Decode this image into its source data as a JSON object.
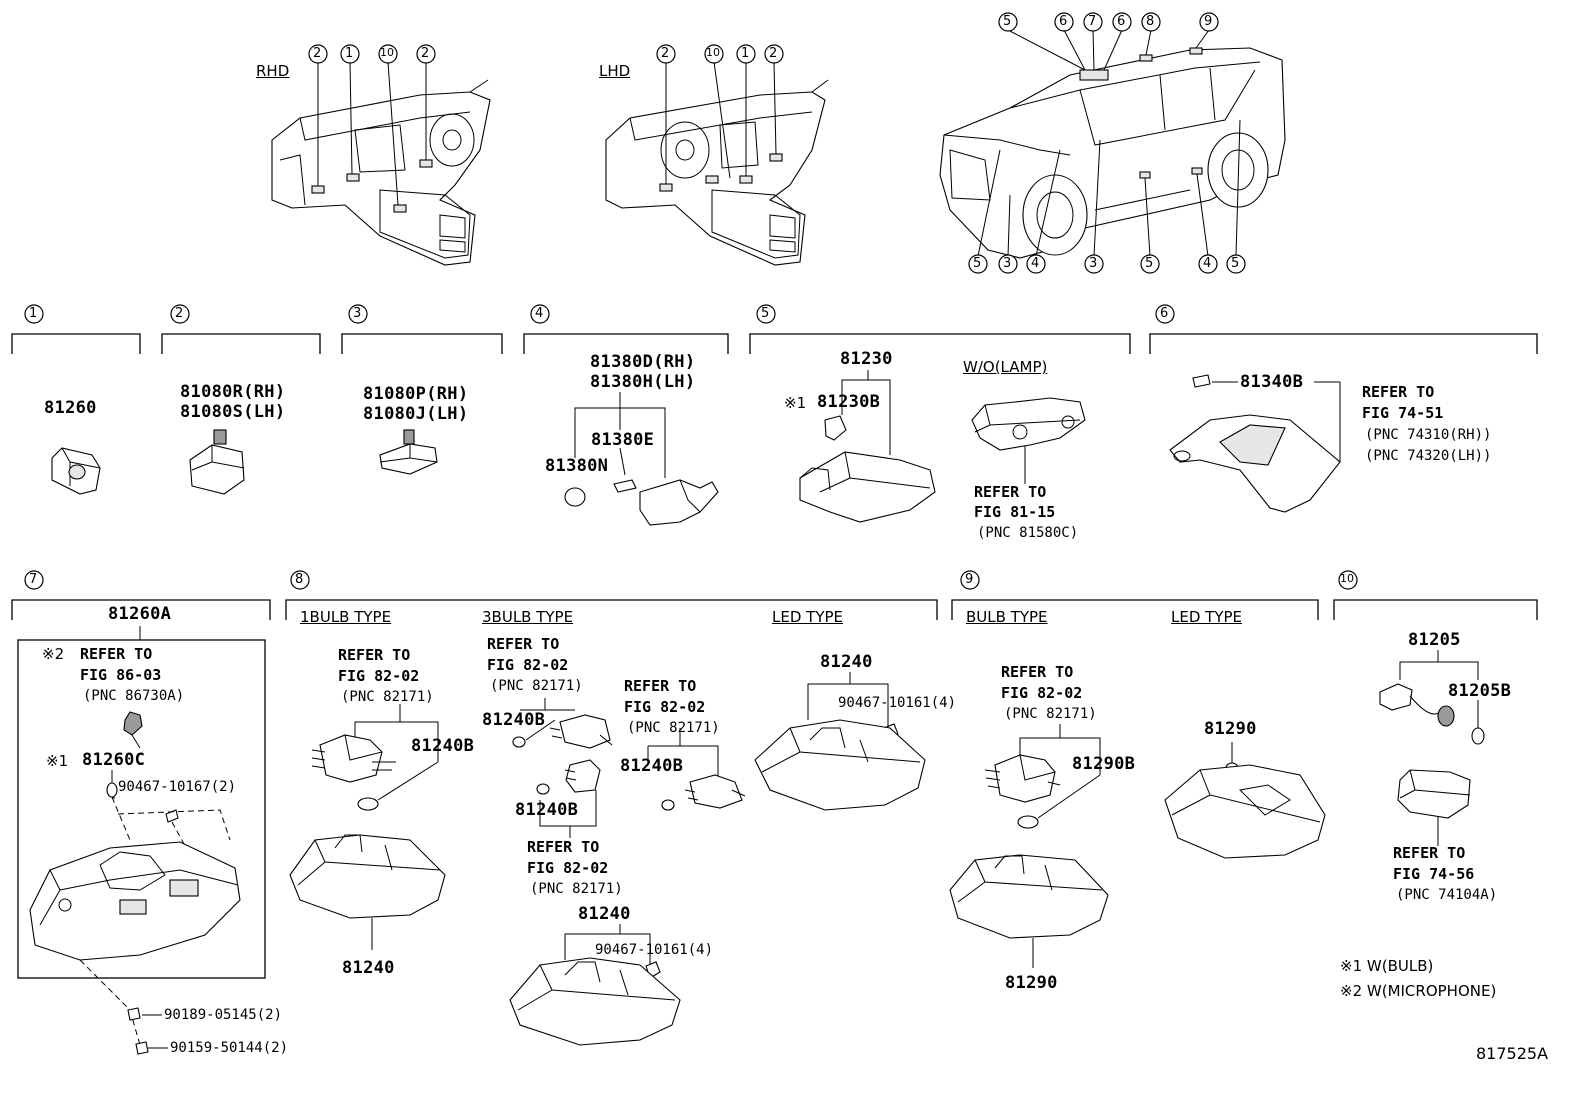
{
  "views": {
    "rhd_label": "RHD",
    "lhd_label": "LHD",
    "rhd_callouts": [
      "2",
      "1",
      "10",
      "2"
    ],
    "lhd_callouts": [
      "2",
      "10",
      "1",
      "2"
    ],
    "vehicle_top_callouts": [
      "5",
      "6",
      "7",
      "6",
      "8",
      "9"
    ],
    "vehicle_bottom_callouts": [
      "5",
      "3",
      "4",
      "3",
      "5",
      "4",
      "5"
    ]
  },
  "sections": [
    {
      "num": "1"
    },
    {
      "num": "2"
    },
    {
      "num": "3"
    },
    {
      "num": "4"
    },
    {
      "num": "5"
    },
    {
      "num": "6"
    },
    {
      "num": "7"
    },
    {
      "num": "8"
    },
    {
      "num": "9"
    },
    {
      "num": "10"
    }
  ],
  "s1": {
    "part": "81260"
  },
  "s2": {
    "part_a": "81080R(RH)",
    "part_b": "81080S(LH)"
  },
  "s3": {
    "part_a": "81080P(RH)",
    "part_b": "81080J(LH)"
  },
  "s4": {
    "part_a": "81380D(RH)",
    "part_b": "81380H(LH)",
    "part_c": "81380E",
    "part_d": "81380N"
  },
  "s5": {
    "part_a": "81230",
    "part_b": "81230B",
    "mark_b": "※1",
    "header": "W/O(LAMP)",
    "note_1": "REFER TO",
    "note_2": "FIG 81-15",
    "note_3": "(PNC 81580C)"
  },
  "s6": {
    "part_a": "81340B",
    "note_1": "REFER TO",
    "note_2": "FIG 74-51",
    "note_3": "(PNC 74310(RH))",
    "note_4": "(PNC 74320(LH))"
  },
  "s7": {
    "part_a": "81260A",
    "mark_2": "※2",
    "note_1": "REFER TO",
    "note_2": "FIG 86-03",
    "note_3": "(PNC 86730A)",
    "mark_1": "※1",
    "part_c": "81260C",
    "screw_1": "90467-10167(2)",
    "screw_2": "90189-05145(2)",
    "screw_3": "90159-50144(2)"
  },
  "s8": {
    "header_1": "1BULB TYPE",
    "header_2": "3BULB TYPE",
    "header_3": "LED TYPE",
    "t1_note_1": "REFER TO",
    "t1_note_2": "FIG 82-02",
    "t1_note_3": "(PNC 82171)",
    "t1_bulb": "81240B",
    "t1_housing": "81240",
    "t3_note_a1": "REFER TO",
    "t3_note_a2": "FIG 82-02",
    "t3_note_a3": "(PNC 82171)",
    "t3_bulb_a": "81240B",
    "t3_note_b1": "REFER TO",
    "t3_note_b2": "FIG 82-02",
    "t3_note_b3": "(PNC 82171)",
    "t3_bulb_b": "81240B",
    "t3_bulb_c": "81240B",
    "t3_note_c1": "REFER TO",
    "t3_note_c2": "FIG 82-02",
    "t3_note_c3": "(PNC 82171)",
    "t3_housing": "81240",
    "t3_screw": "90467-10161(4)",
    "led_housing": "81240",
    "led_screw": "90467-10161(4)"
  },
  "s9": {
    "header_1": "BULB TYPE",
    "header_2": "LED TYPE",
    "note_1": "REFER TO",
    "note_2": "FIG 82-02",
    "note_3": "(PNC 82171)",
    "bulb": "81290B",
    "housing": "81290",
    "led_housing": "81290"
  },
  "s10": {
    "part_a": "81205",
    "part_b": "81205B",
    "note_1": "REFER TO",
    "note_2": "FIG 74-56",
    "note_3": "(PNC 74104A)"
  },
  "legend": {
    "line_1": "※1 W(BULB)",
    "line_2": "※2 W(MICROPHONE)"
  },
  "figure_id": "817525A"
}
